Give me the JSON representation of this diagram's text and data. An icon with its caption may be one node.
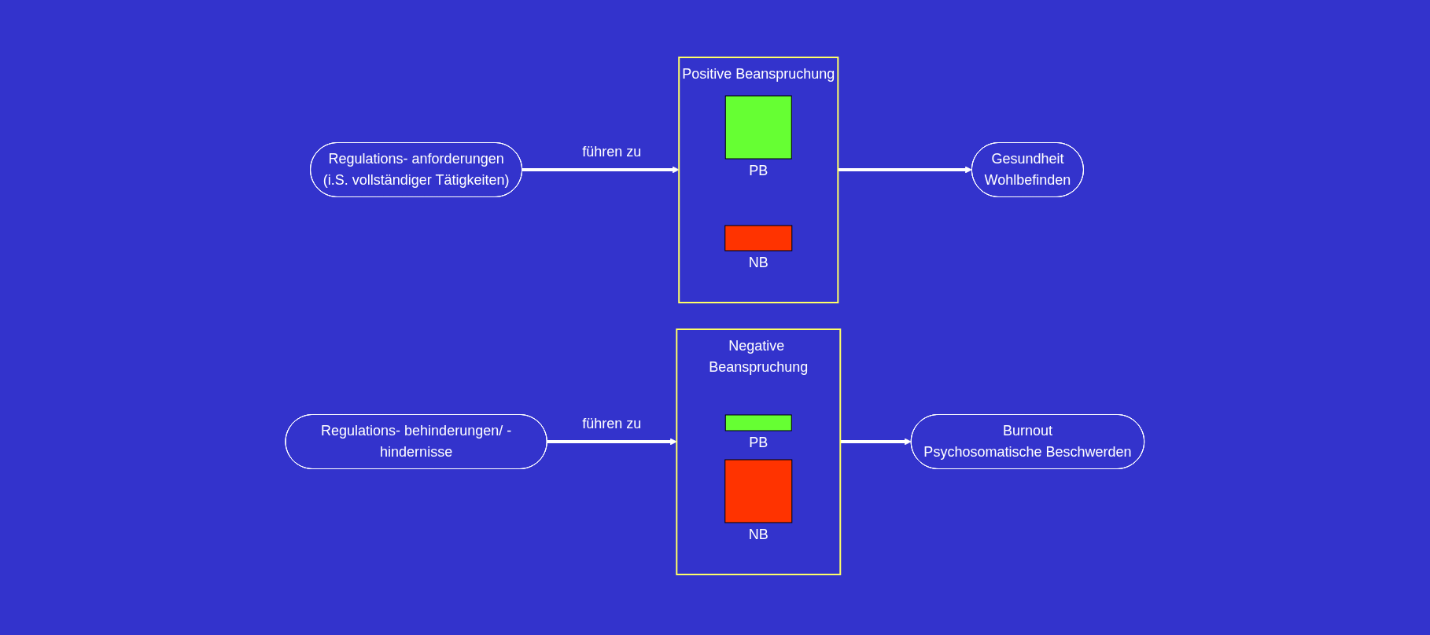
{
  "diagram": {
    "nodes": [
      {
        "text": [
          "Regulations- anforderungen",
          "(i.S. vollständiger Tätigkeiten)"
        ]
      },
      {
        "text": [
          "Positive Beanspruchung"
        ]
      },
      {
        "text": [],
        "shape": "bar",
        "in": 1,
        "beside": [
          "PB"
        ]
      },
      {
        "text": [],
        "shape": "bar",
        "in": 1,
        "beside": [
          "NB"
        ]
      },
      {
        "text": [
          "Gesundheit",
          "Wohlbefinden"
        ]
      },
      {
        "text": [
          "Regulations- behinderungen/ -hindernisse"
        ]
      },
      {
        "text": [
          "Negative Beanspruchung"
        ]
      },
      {
        "text": [],
        "shape": "bar",
        "in": 6,
        "beside": [
          "PB"
        ]
      },
      {
        "text": [],
        "shape": "bar",
        "in": 6,
        "beside": [
          "NB"
        ]
      },
      {
        "text": [
          "Burnout",
          "Psychosomatische Beschwerden"
        ]
      }
    ],
    "edges": [
      {
        "from": 0,
        "to": 1,
        "arrow": "to",
        "label": "führen zu"
      },
      {
        "from": 1,
        "to": 4,
        "arrow": "to"
      },
      {
        "from": 5,
        "to": 6,
        "arrow": "to",
        "label": "führen zu"
      },
      {
        "from": 6,
        "to": 9,
        "arrow": "to"
      }
    ]
  }
}
